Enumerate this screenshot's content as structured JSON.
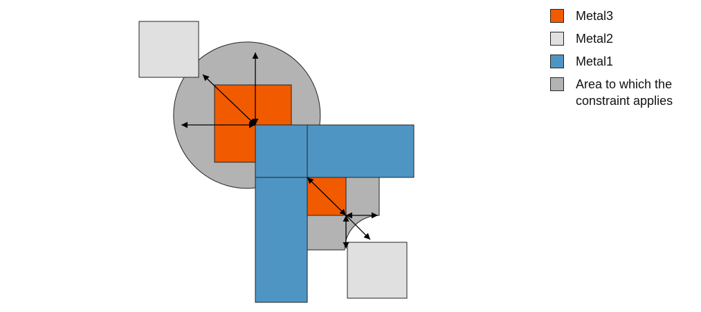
{
  "colors": {
    "metal3": "#f25a00",
    "metal2": "#e0e0e0",
    "metal1": "#4f95c4",
    "area": "#b3b3b3",
    "outline": "#222222"
  },
  "legend": {
    "items": [
      {
        "label": "Metal3",
        "color": "#f25a00"
      },
      {
        "label": "Metal2",
        "color": "#e0e0e0"
      },
      {
        "label": "Metal1",
        "color": "#4f95c4"
      },
      {
        "label_line1": "Area to which the",
        "label_line2": "constraint applies",
        "color": "#b3b3b3"
      }
    ]
  }
}
